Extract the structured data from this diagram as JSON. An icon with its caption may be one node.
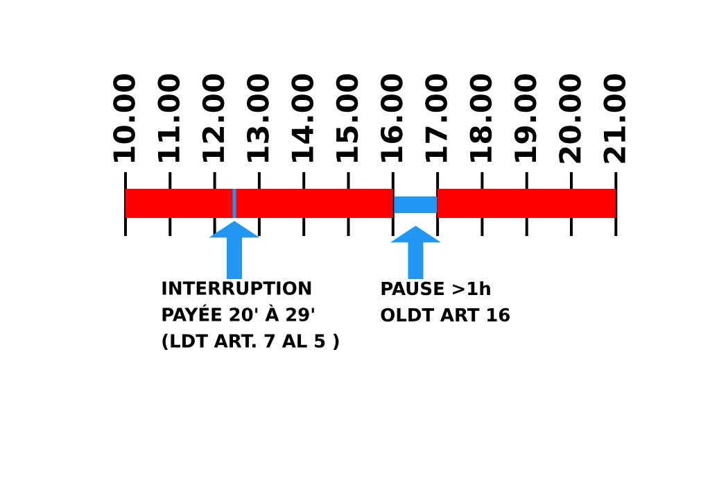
{
  "diagram": {
    "nodes": [
      {
        "text": [
          "INTERRUPTION PAYÉE 20' À 29' (LDT ART. 7 AL 5 )"
        ]
      },
      {
        "text": [],
        "shape": "bar"
      },
      {
        "text": [
          "PAUSE >1h OLDT ART 16"
        ]
      },
      {
        "text": [],
        "shape": "bar"
      }
    ],
    "edges": [
      {
        "from": 0,
        "to": 1,
        "arrow": "to"
      },
      {
        "from": 2,
        "to": 3,
        "arrow": "to"
      }
    ],
    "labels": [
      "10.00",
      "11.00",
      "12.00",
      "13.00",
      "14.00",
      "15.00",
      "16.00",
      "17.00",
      "18.00",
      "19.00",
      "20.00",
      "21.00"
    ]
  }
}
